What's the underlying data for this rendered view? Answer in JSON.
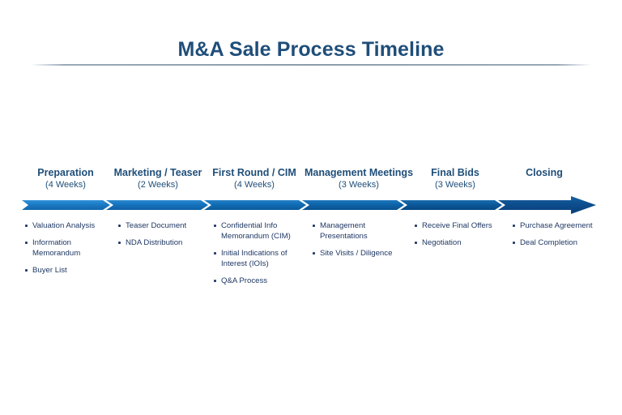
{
  "slide": {
    "title": "M&A Sale Process Timeline",
    "background_color": "#ffffff",
    "title_color": "#1f4e79",
    "text_color": "#1f3864"
  },
  "timeline": {
    "arrow_colors": [
      "#1b7ac4",
      "#1573bd",
      "#106cb4",
      "#0d63a8",
      "#0b589a",
      "#0d4e8f"
    ],
    "phases": [
      {
        "name": "Preparation",
        "duration": "(4 Weeks)",
        "items": [
          "Valuation Analysis",
          "Information Memorandum",
          "Buyer List"
        ]
      },
      {
        "name": "Marketing / Teaser",
        "duration": "(2 Weeks)",
        "items": [
          "Teaser Document",
          "NDA Distribution"
        ]
      },
      {
        "name": "First Round / CIM",
        "duration": "(4 Weeks)",
        "items": [
          "Confidential Info Memorandum (CIM)",
          "Initial Indications of Interest (IOIs)",
          "Q&A Process"
        ]
      },
      {
        "name": "Management Meetings",
        "duration": "(3 Weeks)",
        "items": [
          "Management Presentations",
          "Site Visits / Diligence"
        ]
      },
      {
        "name": "Final Bids",
        "duration": "(3 Weeks)",
        "items": [
          "Receive Final Offers",
          "Negotiation"
        ]
      },
      {
        "name": "Closing",
        "duration": "",
        "items": [
          "Purchase Agreement",
          "Deal Completion"
        ]
      }
    ]
  }
}
